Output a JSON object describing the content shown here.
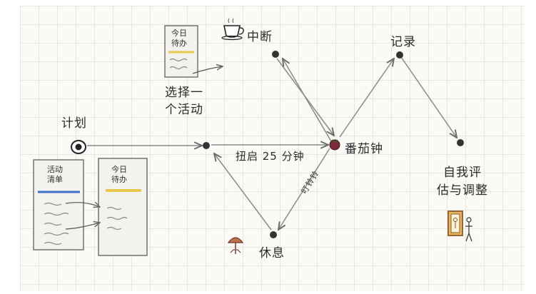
{
  "nodes": {
    "plan": "计划",
    "select": "选择一\n个活动",
    "interrupt": "中断",
    "record": "记录",
    "pomodoro": "番茄钟",
    "rest": "休息",
    "evaluate": "自我评\n估与调整"
  },
  "edge_labels": {
    "start_25": "扭启 25 分钟",
    "ring": "叮铃铃"
  },
  "cards": {
    "activity_list": "活动\n清单",
    "todo_today_left": "今日\n待办",
    "todo_today_top": "今日\n待办"
  },
  "colors": {
    "pencil": "#2b2b2b",
    "arrow": "#7a7a7a",
    "highlight_blue": "#3b6fc9",
    "highlight_yellow": "#e8c84a",
    "tomato": "#7a2a3a",
    "brown_icon": "#8a5a2b"
  },
  "icons": [
    "coffee-cup-icon",
    "eye-icon",
    "beach-umbrella-icon",
    "mirror-person-icon",
    "tomato-icon"
  ]
}
